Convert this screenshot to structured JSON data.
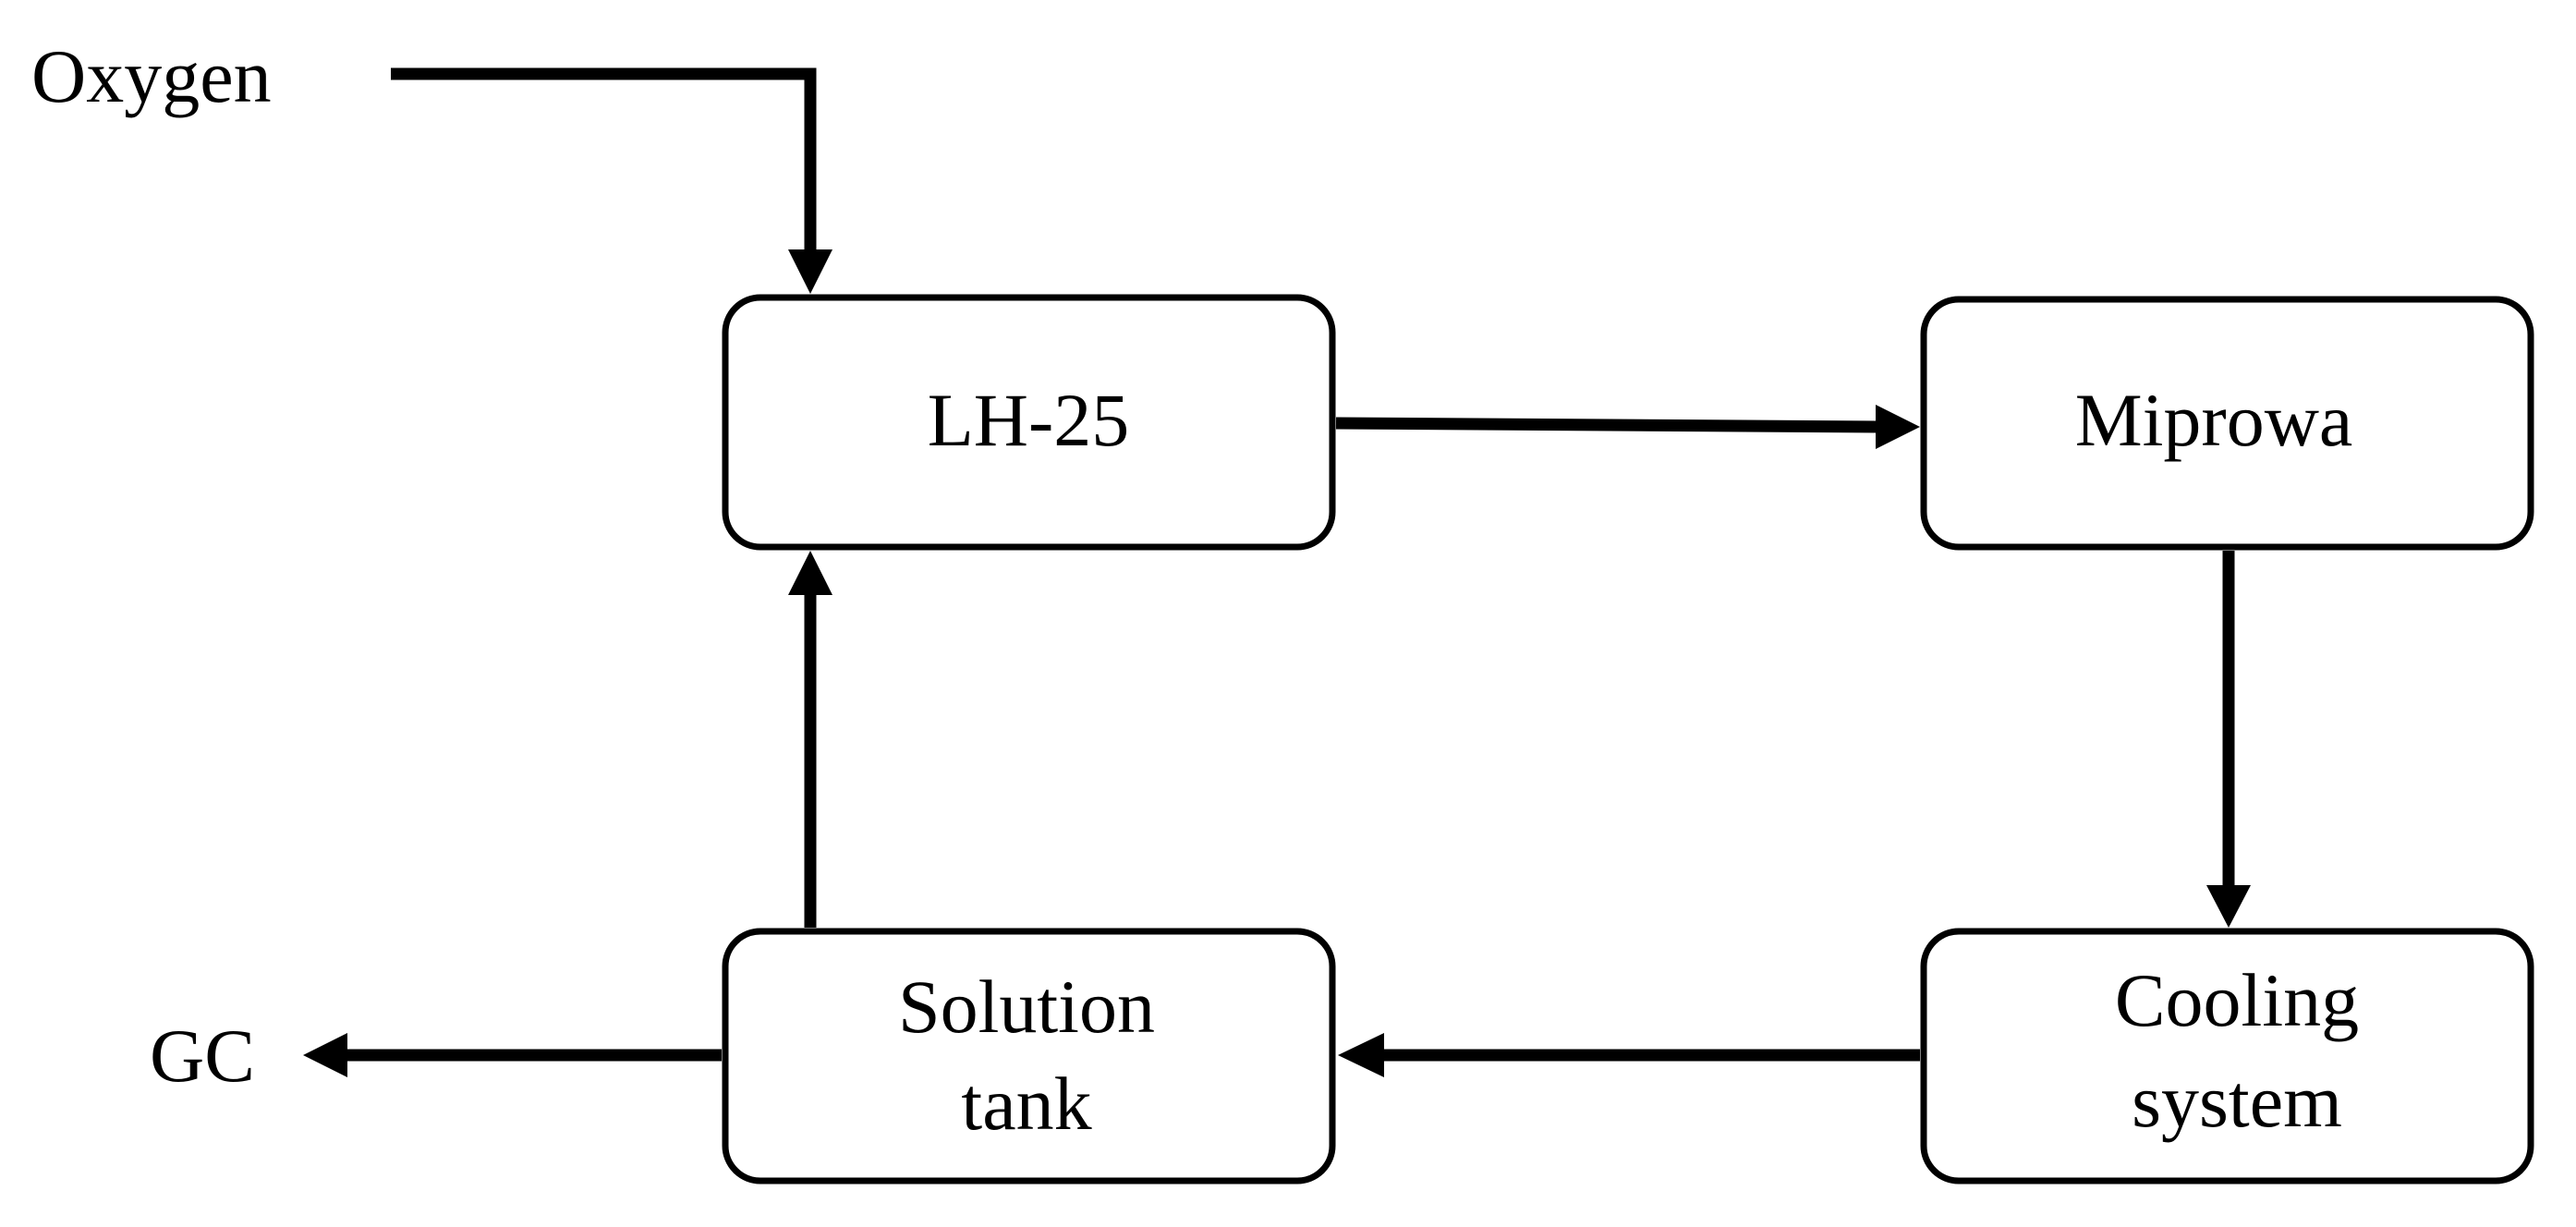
{
  "diagram": {
    "inputs": {
      "oxygen": "Oxygen"
    },
    "outputs": {
      "gc": "GC"
    },
    "nodes": {
      "lh25": "LH-25",
      "miprowa": "Miprowa",
      "cooling_line1": "Cooling",
      "cooling_line2": "system",
      "tank_line1": "Solution",
      "tank_line2": "tank"
    },
    "colors": {
      "stroke": "#000000",
      "background": "#ffffff"
    }
  }
}
